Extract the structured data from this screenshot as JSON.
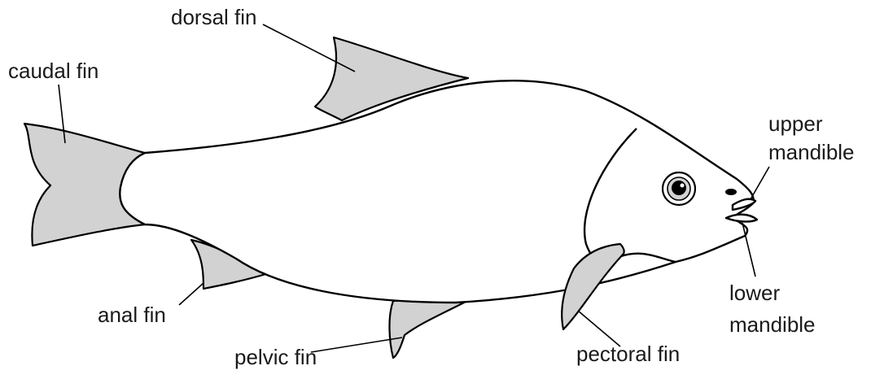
{
  "diagram": {
    "colors": {
      "fin": "#d2d2d2",
      "outline": "#000000",
      "body": "#ffffff",
      "text": "#1a1a1a"
    },
    "labels": {
      "dorsal_fin": "dorsal fin",
      "caudal_fin": "caudal fin",
      "upper_mandible_line1": "upper",
      "upper_mandible_line2": "mandible",
      "lower_mandible_line1": "lower",
      "lower_mandible_line2": "mandible",
      "anal_fin": "anal fin",
      "pelvic_fin": "pelvic fin",
      "pectoral_fin": "pectoral fin"
    }
  }
}
